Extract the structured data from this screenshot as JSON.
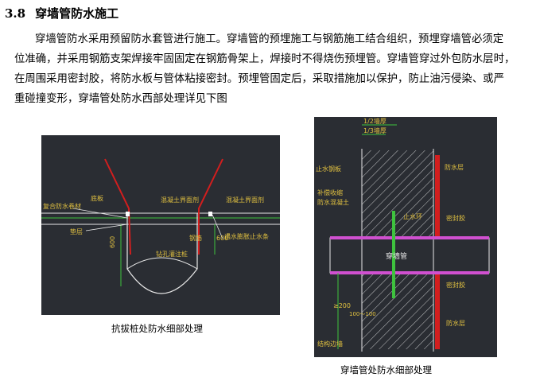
{
  "section": {
    "number": "3.8",
    "title": "穿墙管防水施工"
  },
  "paragraph": {
    "lines": [
      "穿墙管防水采用预留防水套管进行施工。穿墙管的预埋施工与钢筋施工结合组织，预埋穿墙管必须定",
      "位准确，并采用钢筋支架焊接牢固固定在钢筋骨架上，焊接时不得烧伤预埋管。穿墙管穿过外包防水层时，",
      "在周围采用密封胶，将防水板与管体粘接密封。预埋管固定后，采取措施加以保护，防止油污侵染、或严",
      "重碰撞变形，穿墙管处防水西部处理详见下图"
    ]
  },
  "figure1": {
    "caption": "抗拔桩处防水细部处理",
    "labels": {
      "composite": "复合防水卷材",
      "floor": "底板",
      "interface1": "混凝土界面剂",
      "interface2": "混凝土界面剂",
      "cushion": "垫层",
      "dim_left": "600",
      "dim_right": "600",
      "rebar": "钢筋",
      "swell": "遇水膨胀止水条",
      "pile": "钻孔灌注桩"
    }
  },
  "figure2": {
    "caption": "穿墙管处防水细部处理",
    "labels": {
      "half_wall": "1/2墙厚",
      "third_wall": "1/3墙厚",
      "stop_plate": "止水钢板",
      "waterproof_top": "防水层",
      "shrink_concrete": "补偿收缩",
      "waterproof_concrete": "防水混凝土",
      "water_ring": "止水环",
      "sealant_top": "密封胶",
      "pipe": "穿墙管",
      "sealant_bottom": "密封胶",
      "waterproof_bottom": "防水层",
      "dim_200": "≥200",
      "dim_100": "100～100",
      "structure_wall": "结构边墙"
    }
  },
  "colors": {
    "cad_bg": "#2a2d33",
    "line": "#e8e8e8",
    "green": "#3ec23e",
    "red": "#d21e1e",
    "magenta": "#d050d0",
    "cyan": "#40d8d8",
    "yellow": "#e0c040"
  }
}
